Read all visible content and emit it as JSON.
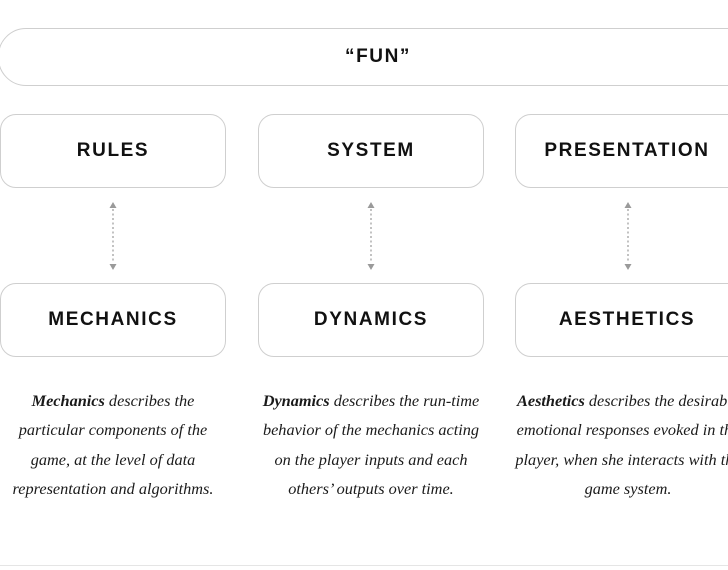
{
  "fun_label": "“FUN”",
  "columns": [
    {
      "top_label": "RULES",
      "bottom_label": "MECHANICS",
      "desc_term": "Mechanics",
      "desc_text": " describes the particular components of the game, at the level of data representation and algorithms."
    },
    {
      "top_label": "SYSTEM",
      "bottom_label": "DYNAMICS",
      "desc_term": "Dynamics",
      "desc_text": " describes the run-time behavior of the mechanics acting on the player inputs and each others’ outputs over time."
    },
    {
      "top_label": "PRESENTATION",
      "bottom_label": "AESTHETICS",
      "desc_term": "Aesthetics",
      "desc_text": " describes the desirable emotional responses evoked in the player, when she interacts with the game system."
    }
  ],
  "colors": {
    "border": "#cfcfcf",
    "arrow": "#9a9a9a",
    "text": "#111111"
  },
  "icons": {
    "connector": "dotted-double-arrow-icon"
  }
}
